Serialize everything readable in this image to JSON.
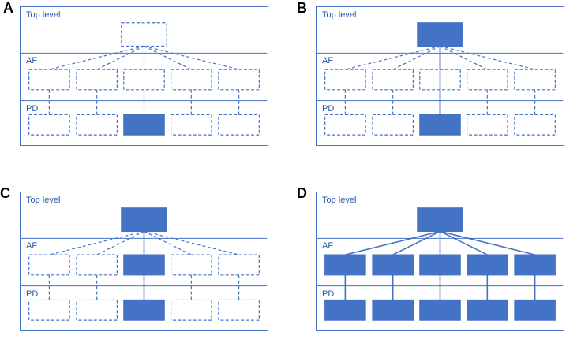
{
  "colors": {
    "accent": "#4472C4",
    "label_text": "#2456a4",
    "panel_border": "#4472C4",
    "letter": "#000000"
  },
  "labels": {
    "top_level": "Top level",
    "af": "AF",
    "pd": "PD"
  },
  "panels": [
    {
      "letter": "A",
      "top_box": "dashed",
      "top_links": [
        "dashed",
        "dashed",
        "dashed",
        "dashed",
        "dashed"
      ],
      "af_boxes": [
        "dashed",
        "dashed",
        "dashed",
        "dashed",
        "dashed"
      ],
      "af_pd_links": [
        "dashed",
        "dashed",
        "dashed",
        "dashed",
        "dashed"
      ],
      "pd_boxes": [
        "dashed",
        "dashed",
        "solid",
        "dashed",
        "dashed"
      ],
      "center_line_through": false
    },
    {
      "letter": "B",
      "top_box": "solid",
      "top_links": [
        "dashed",
        "dashed",
        "solid",
        "dashed",
        "dashed"
      ],
      "af_boxes": [
        "dashed",
        "dashed",
        "dashed",
        "dashed",
        "dashed"
      ],
      "af_pd_links": [
        "dashed",
        "dashed",
        "solid",
        "dashed",
        "dashed"
      ],
      "pd_boxes": [
        "dashed",
        "dashed",
        "solid",
        "dashed",
        "dashed"
      ],
      "center_line_through": true
    },
    {
      "letter": "C",
      "top_box": "solid",
      "top_links": [
        "dashed",
        "dashed",
        "solid",
        "dashed",
        "dashed"
      ],
      "af_boxes": [
        "dashed",
        "dashed",
        "solid",
        "dashed",
        "dashed"
      ],
      "af_pd_links": [
        "dashed",
        "dashed",
        "solid",
        "dashed",
        "dashed"
      ],
      "pd_boxes": [
        "dashed",
        "dashed",
        "solid",
        "dashed",
        "dashed"
      ],
      "center_line_through": false
    },
    {
      "letter": "D",
      "top_box": "solid",
      "top_links": [
        "solid",
        "solid",
        "solid",
        "solid",
        "solid"
      ],
      "af_boxes": [
        "solid",
        "solid",
        "solid",
        "solid",
        "solid"
      ],
      "af_pd_links": [
        "solid",
        "solid",
        "solid",
        "solid",
        "solid"
      ],
      "pd_boxes": [
        "solid",
        "solid",
        "solid",
        "solid",
        "solid"
      ],
      "center_line_through": false
    }
  ]
}
